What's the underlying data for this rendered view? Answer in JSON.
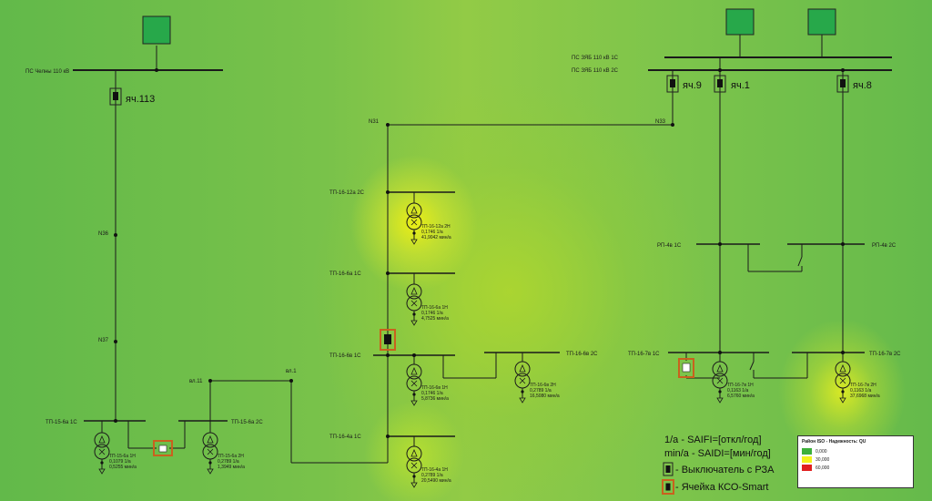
{
  "substations": {
    "left_bus": "ПС Челны 110 кВ",
    "right_bus_1": "ПС ЗЯБ 110 кВ 1С",
    "right_bus_2": "ПС ЗЯБ 110 кВ 2С"
  },
  "cells": {
    "c113": "яч.113",
    "c9": "яч.9",
    "c1": "яч.1",
    "c8": "яч.8"
  },
  "nodes": {
    "n31": "N31",
    "n33": "N33",
    "n36": "N36",
    "n37": "N37",
    "n11": "вл.11",
    "n1": "вл.1"
  },
  "buses": {
    "tp16_12a_2s": "ТП-16-12а 2С",
    "tp16_6a_1s": "ТП-16-6а 1С",
    "tp16_6v_1s": "ТП-16-6в 1С",
    "tp16_6v_2s": "ТП-16-6в 2С",
    "tp16_7v_1s": "ТП-16-7в 1С",
    "tp16_7v_2s": "ТП-16-7в 2С",
    "tp16_4a_1s": "ТП-16-4а 1С",
    "tp15_6a_1s": "ТП-15-6а 1С",
    "tp15_6a_2s": "ТП-15-6а 2С",
    "rp_1s": "РП-4в 1С",
    "rp_2s": "РП-4в 2С"
  },
  "transformers": {
    "t1": {
      "name": "ТП-16-12а 2Н",
      "saifi": "0,1746 1/а",
      "saidi": "41,9042 мин/а"
    },
    "t2": {
      "name": "ТП-16-6а 1Н",
      "saifi": "0,1746 1/а",
      "saidi": "4,7525 мин/а"
    },
    "t3": {
      "name": "ТП-16-6в 1Н",
      "saifi": "0,1746 1/а",
      "saidi": "5,8736 мин/а"
    },
    "t4": {
      "name": "ТП-16-6в 2Н",
      "saifi": "0,2789 1/а",
      "saidi": "16,5080 мин/а"
    },
    "t5": {
      "name": "ТП-16-4а 1Н",
      "saifi": "0,2789 1/а",
      "saidi": "20,5490 мин/а"
    },
    "t6": {
      "name": "ТП-16-7в 1Н",
      "saifi": "0,1163 1/а",
      "saidi": "6,5760 мин/а"
    },
    "t7": {
      "name": "ТП-16-7в 2Н",
      "saifi": "0,1163 1/а",
      "saidi": "37,6968 мин/а"
    },
    "t8": {
      "name": "ТП-15-6а 1Н",
      "saifi": "0,1079 1/а",
      "saidi": "0,5255 мин/а"
    },
    "t9": {
      "name": "ТП-15-6а 2Н",
      "saifi": "0,2789 1/а",
      "saidi": "1,3949 мин/а"
    }
  },
  "legend": {
    "saifi": "1/a - SAIFI=[откл/год]",
    "saidi": "min/a - SAIDI=[мин/год]",
    "breaker": "- Выключатель с РЗА",
    "kso": "- Ячейка КСО-Smart"
  },
  "scale": {
    "title": "Район ISO - Надежность: QU",
    "items": [
      {
        "label": "0,000",
        "color": "#3db03a"
      },
      {
        "label": "30,000",
        "color": "#f2f21a"
      },
      {
        "label": "60,000",
        "color": "#e02020"
      }
    ]
  }
}
